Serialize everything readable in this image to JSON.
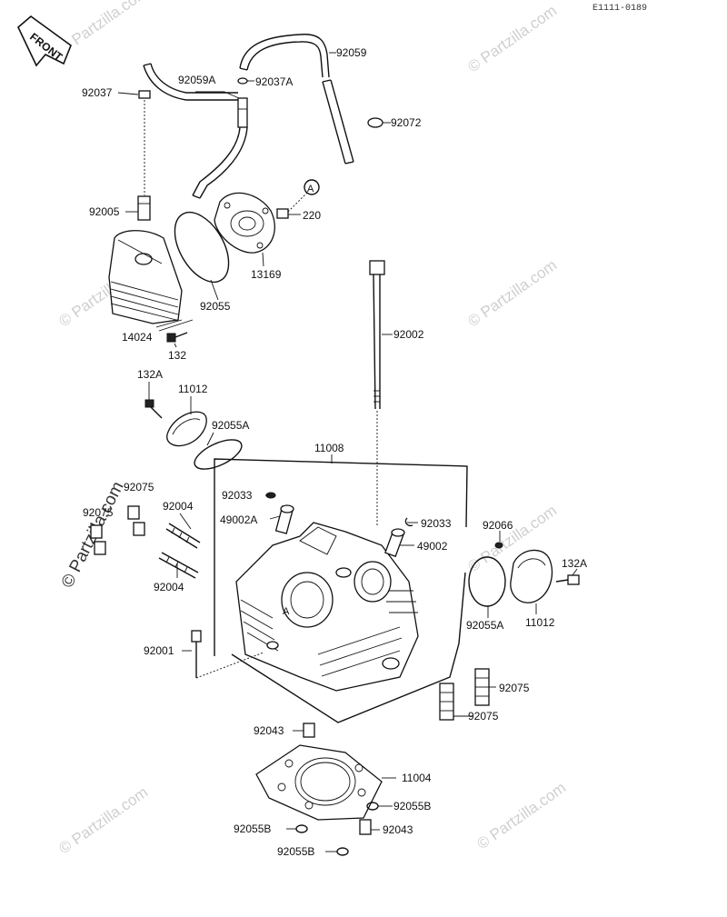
{
  "diagram_code": "E1111-0189",
  "front_badge": "FRONT",
  "watermark": "© Partzilla.com",
  "callouts": {
    "a_circle": "A",
    "a_head": "A"
  },
  "labels": {
    "p92059": "92059",
    "p92059A": "92059A",
    "p92037A": "92037A",
    "p92037": "92037",
    "p92072": "92072",
    "p92005": "92005",
    "p220": "220",
    "p13169": "13169",
    "p92055": "92055",
    "p14024": "14024",
    "p132": "132",
    "p92002": "92002",
    "p132A_left": "132A",
    "p11012_left": "11012",
    "p92055A_left": "92055A",
    "p11008": "11008",
    "p92075_a": "92075",
    "p92075_b": "92075",
    "p92004_a": "92004",
    "p92004_b": "92004",
    "p92033_left": "92033",
    "p49002A": "49002A",
    "p92033_right": "92033",
    "p49002": "49002",
    "p92066": "92066",
    "p132A_right": "132A",
    "p92055A_right": "92055A",
    "p11012_right": "11012",
    "p92001": "92001",
    "p92075_c": "92075",
    "p92075_d": "92075",
    "p92043_top": "92043",
    "p11004": "11004",
    "p92055B_right": "92055B",
    "p92055B_left": "92055B",
    "p92043_bottom": "92043",
    "p92055B_bottom": "92055B"
  }
}
